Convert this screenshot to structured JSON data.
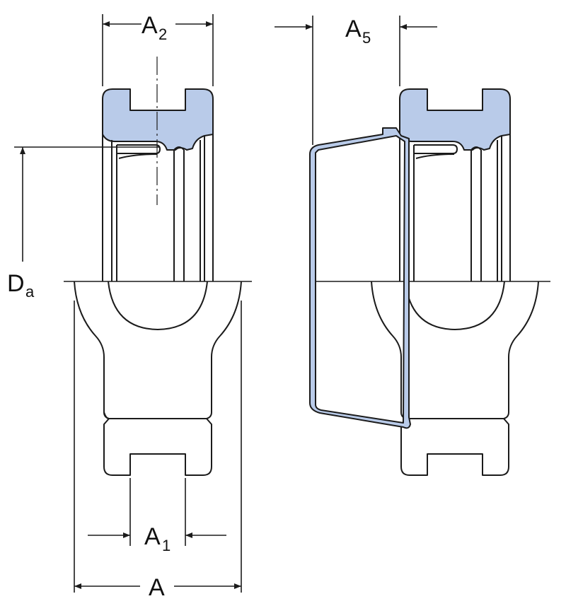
{
  "labels": {
    "A2": {
      "main": "A",
      "sub": "2"
    },
    "A5": {
      "main": "A",
      "sub": "5"
    },
    "Da": {
      "main": "D",
      "sub": "a"
    },
    "A1": {
      "main": "A",
      "sub": "1"
    },
    "A": {
      "main": "A"
    }
  },
  "colors": {
    "ring_fill": "#b9cbe9",
    "line": "#1b1b1b",
    "cover_fill": "#b9cbe9"
  }
}
